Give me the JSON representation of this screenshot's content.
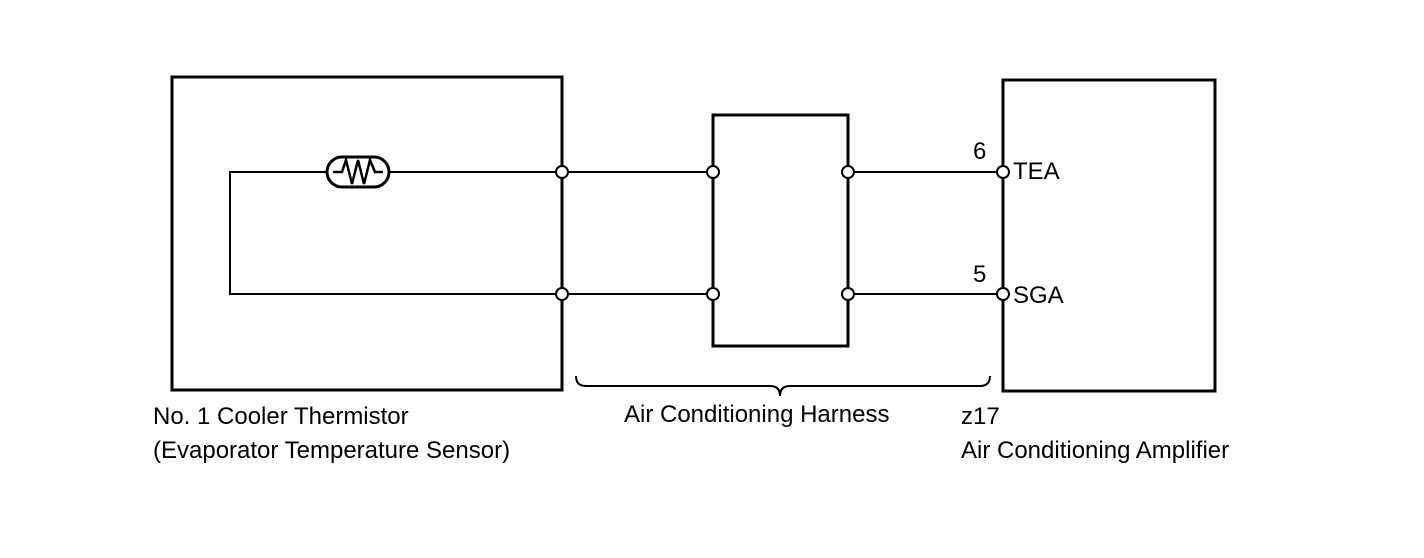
{
  "components": {
    "sensor": {
      "label_line1": "No. 1 Cooler Thermistor",
      "label_line2": "(Evaporator Temperature Sensor)"
    },
    "harness": {
      "label": "Air Conditioning Harness"
    },
    "amplifier": {
      "connector": "z17",
      "label": "Air Conditioning Amplifier",
      "pins": [
        {
          "number": "6",
          "name": "TEA"
        },
        {
          "number": "5",
          "name": "SGA"
        }
      ]
    }
  }
}
